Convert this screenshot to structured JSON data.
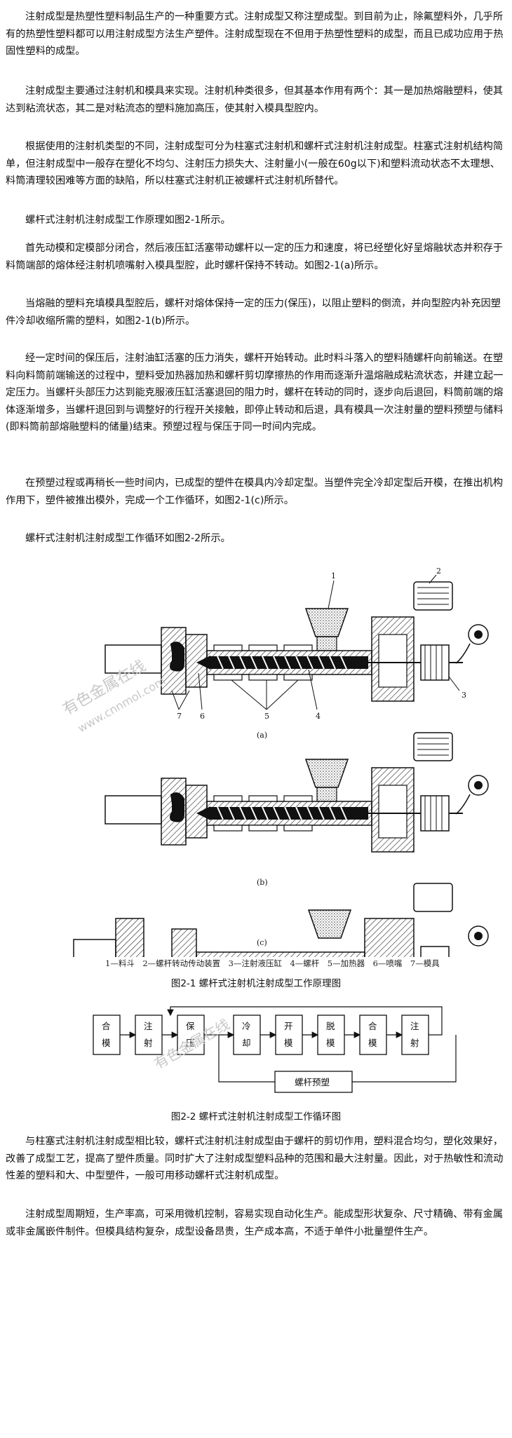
{
  "paragraphs": [
    "注射成型是热塑性塑料制品生产的一种重要方式。注射成型又称注塑成型。到目前为止，除氟塑料外，几乎所有的热塑性塑料都可以用注射成型方法生产塑件。注射成型现在不但用于热塑性塑料的成型，而且已成功应用于热固性塑料的成型。",
    "注射成型主要通过注射机和模具来实现。注射机种类很多，但其基本作用有两个：其一是加热熔融塑料，使其达到粘流状态，其二是对粘流态的塑料施加高压，使其射入模具型腔内。",
    "根据使用的注射机类型的不同，注射成型可分为柱塞式注射机和螺杆式注射机注射成型。柱塞式注射机结构简单，但注射成型中一般存在塑化不均匀、注射压力损失大、注射量小(一般在60g以下)和塑料流动状态不太理想、料筒清理较困难等方面的缺陷，所以柱塞式注射机正被螺杆式注射机所替代。",
    "螺杆式注射机注射成型工作原理如图2-1所示。",
    "首先动模和定模部分闭合，然后液压缸活塞带动螺杆以一定的压力和速度，将已经塑化好呈熔融状态并积存于料筒端部的熔体经注射机喷嘴射入模具型腔，此时螺杆保持不转动。如图2-1(a)所示。",
    "当熔融的塑料充填模具型腔后，螺杆对熔体保持一定的压力(保压)，以阻止塑料的倒流，并向型腔内补充因塑件冷却收缩所需的塑料，如图2-1(b)所示。",
    "经一定时间的保压后，注射油缸活塞的压力消失，螺杆开始转动。此时料斗落入的塑料随螺杆向前输送。在塑料向料筒前端输送的过程中，塑料受加热器加热和螺杆剪切摩擦热的作用而逐渐升温熔融成粘流状态，并建立起一定压力。当螺杆头部压力达到能克服液压缸活塞退回的阻力时，螺杆在转动的同时，逐步向后退回，料筒前端的熔体逐渐增多，当螺杆退回到与调整好的行程开关接触，即停止转动和后退，具有模具一次注射量的塑料预塑与储料(即料筒前部熔融塑料的储量)结束。预塑过程与保压于同一时间内完成。",
    "在预塑过程或再稍长一些时间内，已成型的塑件在模具内冷却定型。当塑件完全冷却定型后开模，在推出机构作用下，塑件被推出模外，完成一个工作循环，如图2-1(c)所示。",
    "螺杆式注射机注射成型工作循环如图2-2所示。",
    "与柱塞式注射机注射成型相比较，螺杆式注射机注射成型由于螺杆的剪切作用，塑料混合均匀，塑化效果好，改善了成型工艺，提高了塑件质量。同时扩大了注射成型塑料品种的范围和最大注射量。因此，对于热敏性和流动性差的塑料和大、中型塑件，一般可用移动螺杆式注射机成型。",
    "注射成型周期短，生产率高，可采用微机控制，容易实现自动化生产。能成型形状复杂、尺寸精确、带有金属或非金属嵌件制件。但模具结构复杂，成型设备昂贵，生产成本高，不适于单件小批量塑件生产。"
  ],
  "figure1": {
    "callouts": [
      "1",
      "2",
      "3",
      "4",
      "5",
      "6",
      "7"
    ],
    "sublabels": [
      "(a)",
      "(b)",
      "(c)"
    ],
    "legend": "1—料斗　2—螺杆转动传动装置　3—注射液压缸　4—螺杆　5—加热器　6—喷嘴　7—模具",
    "caption": "图2-1  螺杆式注射机注射成型工作原理图"
  },
  "figure2": {
    "steps": [
      "合模",
      "注射",
      "保压",
      "冷却",
      "开模",
      "脱模",
      "合模",
      "注射"
    ],
    "preplastic_label": "螺杆预塑",
    "caption": "图2-2  螺杆式注射机注射成型工作循环图"
  },
  "watermarks": [
    "有色金属在线",
    "www.cnnmol.com"
  ]
}
